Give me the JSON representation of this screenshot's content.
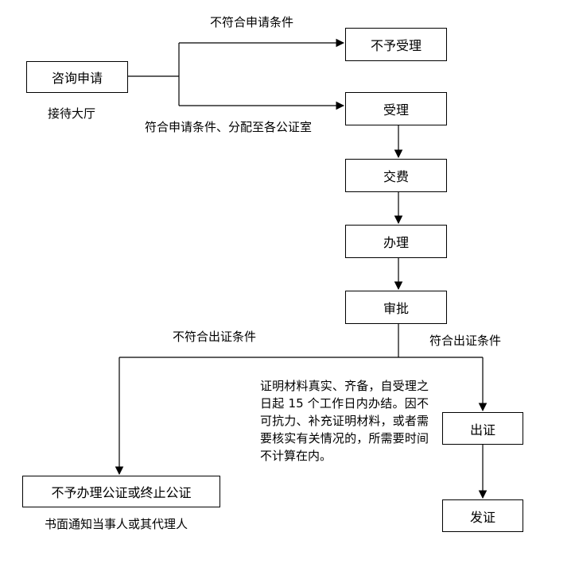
{
  "nodes": {
    "consult": "咨询申请",
    "reject_accept": "不予受理",
    "accept": "受理",
    "pay": "交费",
    "process": "办理",
    "review": "审批",
    "issue": "出证",
    "deliver": "发证",
    "terminate": "不予办理公证或终止公证"
  },
  "labels": {
    "hall": "接待大厅",
    "not_meet_apply": "不符合申请条件",
    "meet_apply": "符合申请条件、分配至各公证室",
    "not_meet_issue": "不符合出证条件",
    "meet_issue": "符合出证条件",
    "written_notice": "书面通知当事人或其代理人"
  },
  "note": "证明材料真实、齐备，自受理之日起 15 个工作日内办结。因不可抗力、补充证明材料，或者需要核实有关情况的，所需要时间不计算在内。"
}
